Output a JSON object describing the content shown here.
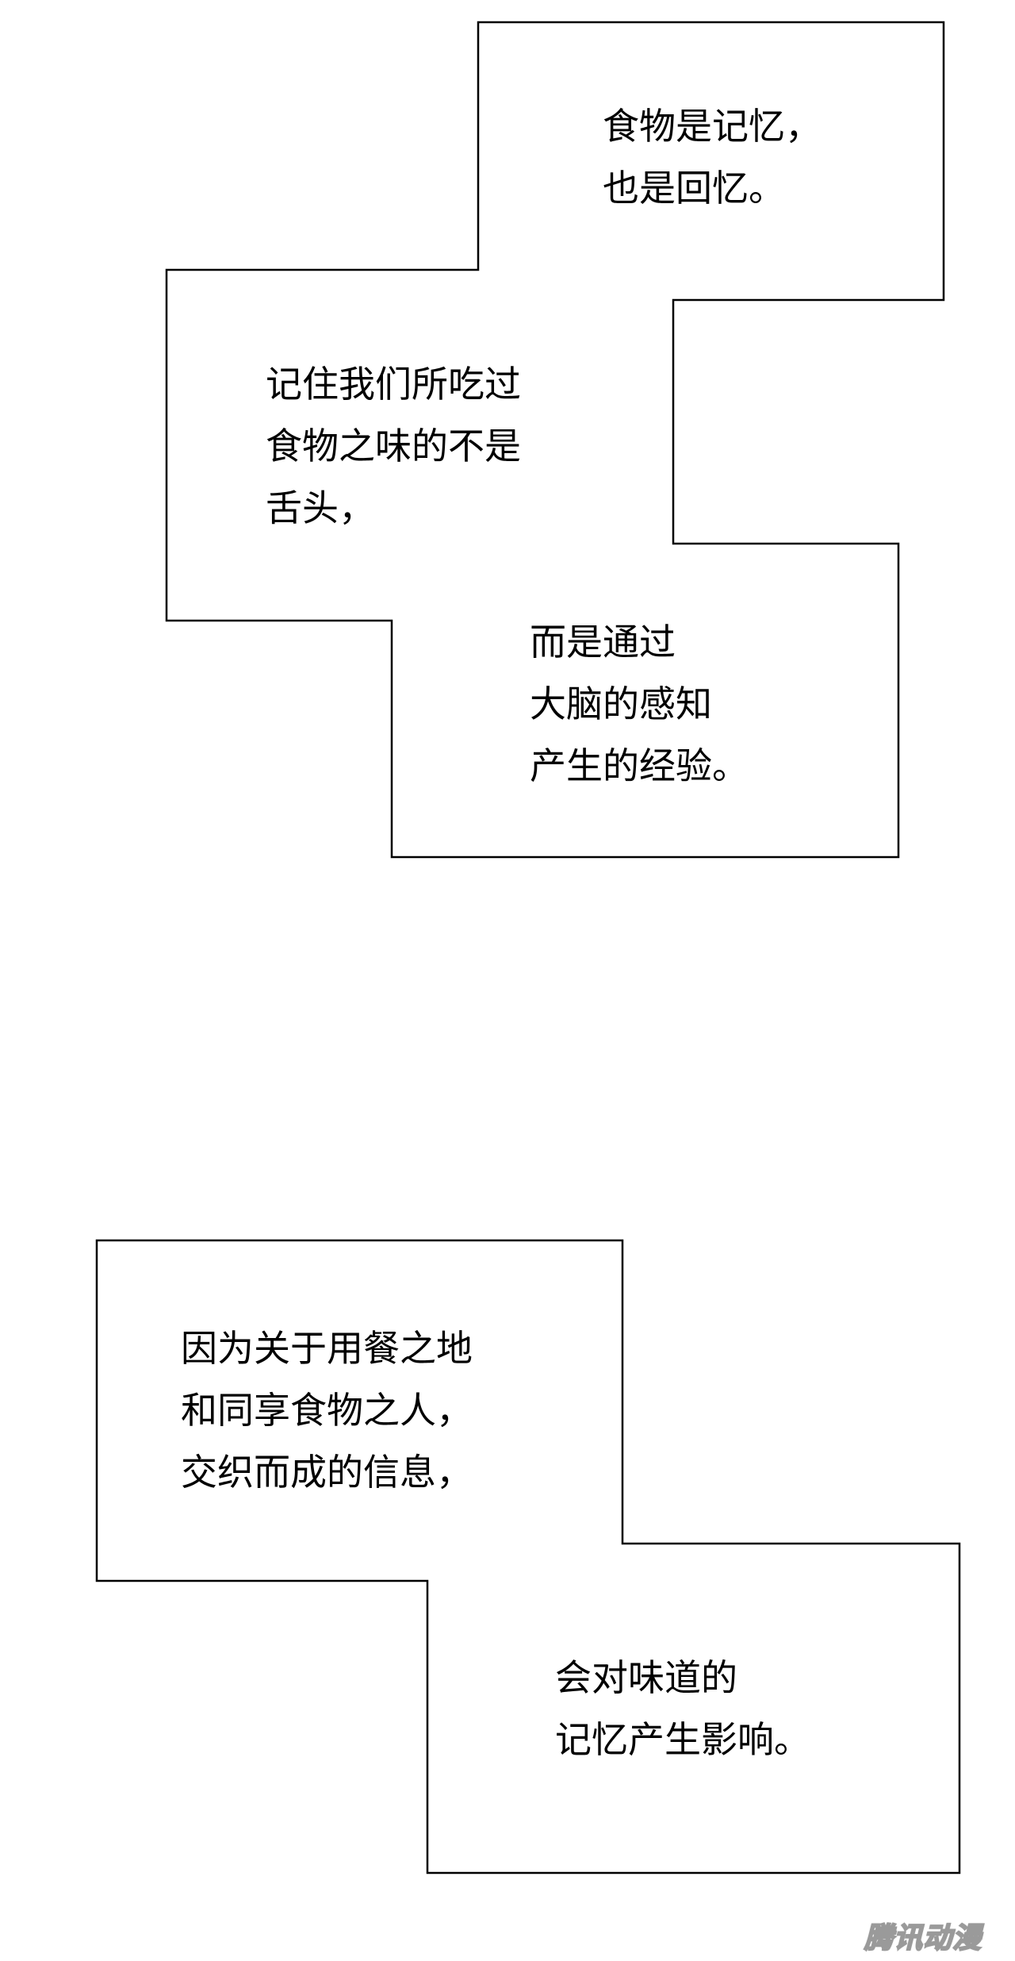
{
  "captions": {
    "a": {
      "line1": "食物是记忆，",
      "line2": "也是回忆。"
    },
    "b": {
      "line1": "记住我们所吃过",
      "line2": "食物之味的不是",
      "line3": "舌头，"
    },
    "c": {
      "line1": "而是通过",
      "line2": "大脑的感知",
      "line3": "产生的经验。"
    },
    "d": {
      "line1": "因为关于用餐之地",
      "line2": "和同享食物之人，",
      "line3": "交织而成的信息，"
    },
    "e": {
      "line1": "会对味道的",
      "line2": "记忆产生影响。"
    }
  },
  "watermark": {
    "text": "腾讯动漫"
  },
  "colors": {
    "background": "#ffffff",
    "border": "#000000",
    "text": "#000000"
  }
}
